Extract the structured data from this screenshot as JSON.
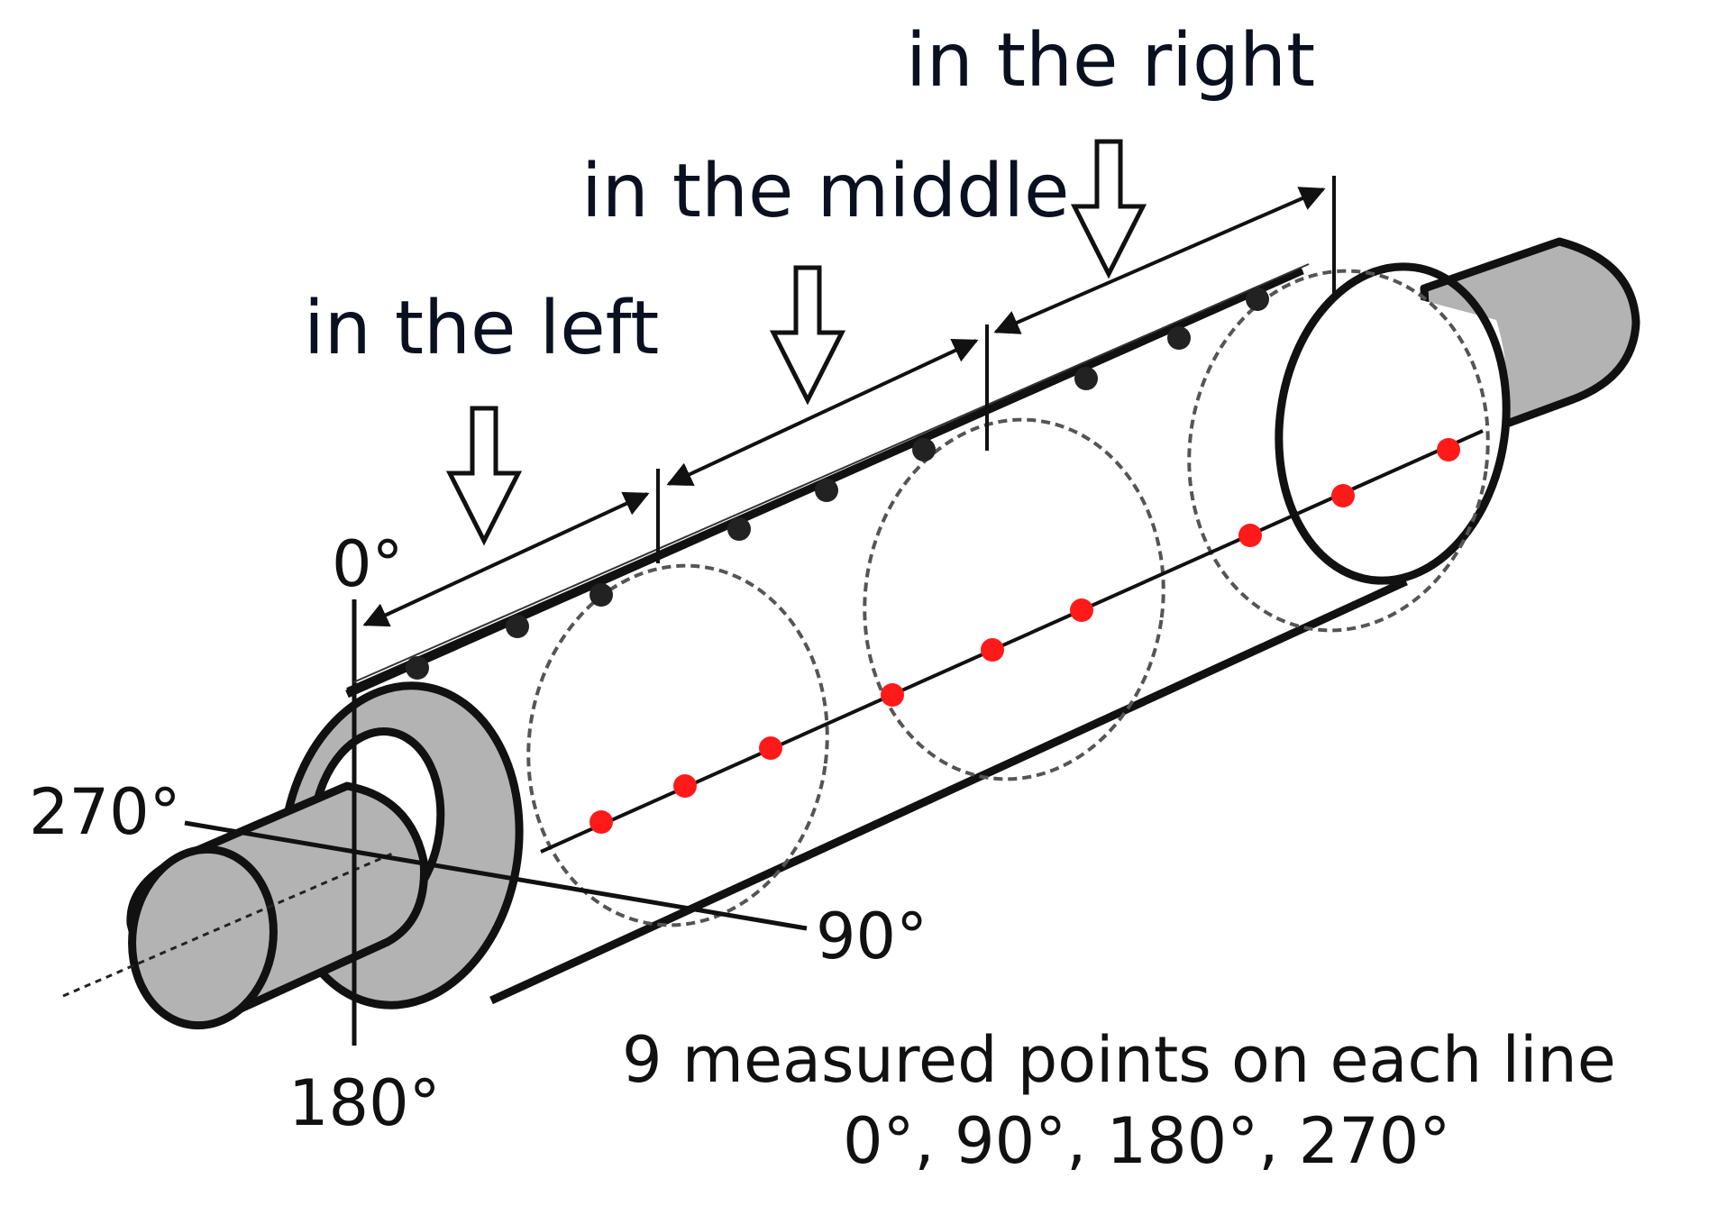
{
  "sections": {
    "left": "in the left",
    "middle": "in the middle",
    "right": "in the right"
  },
  "angles": {
    "top": "0°",
    "right": "90°",
    "bottom": "180°",
    "left": "270°"
  },
  "note": {
    "line1": "9 measured points on each line",
    "line2": "0°, 90°, 180°, 270°"
  },
  "measured_points_per_line": 9,
  "colors": {
    "outline": "#111111",
    "shaft_fill": "#b3b3b3",
    "point_red": "#ff1a1a",
    "point_black": "#222222"
  }
}
